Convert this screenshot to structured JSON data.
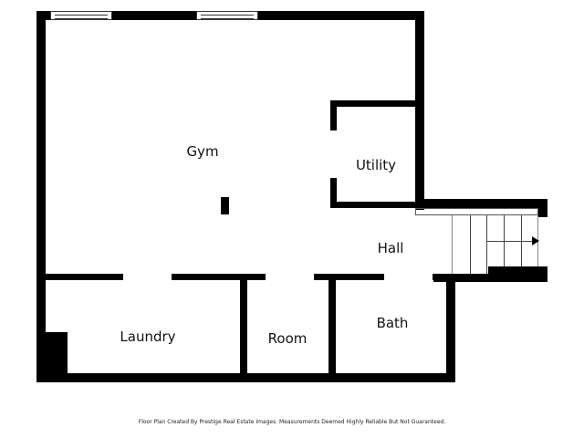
{
  "floor_plan": {
    "rooms": [
      {
        "name": "Gym",
        "label": "Gym"
      },
      {
        "name": "Utility",
        "label": "Utility"
      },
      {
        "name": "Hall",
        "label": "Hall"
      },
      {
        "name": "Laundry",
        "label": "Laundry"
      },
      {
        "name": "Room",
        "label": "Room"
      },
      {
        "name": "Bath",
        "label": "Bath"
      }
    ],
    "features": [
      "windows-top-2",
      "stairs-right",
      "support-column",
      "laundry-counter"
    ],
    "colors": {
      "wall": "#000000",
      "background": "#ffffff"
    }
  },
  "footer": {
    "disclaimer": "Floor Plan Created By Prestige Real Estate Images. Measurements Deemed Highly Reliable But Not Guaranteed."
  }
}
